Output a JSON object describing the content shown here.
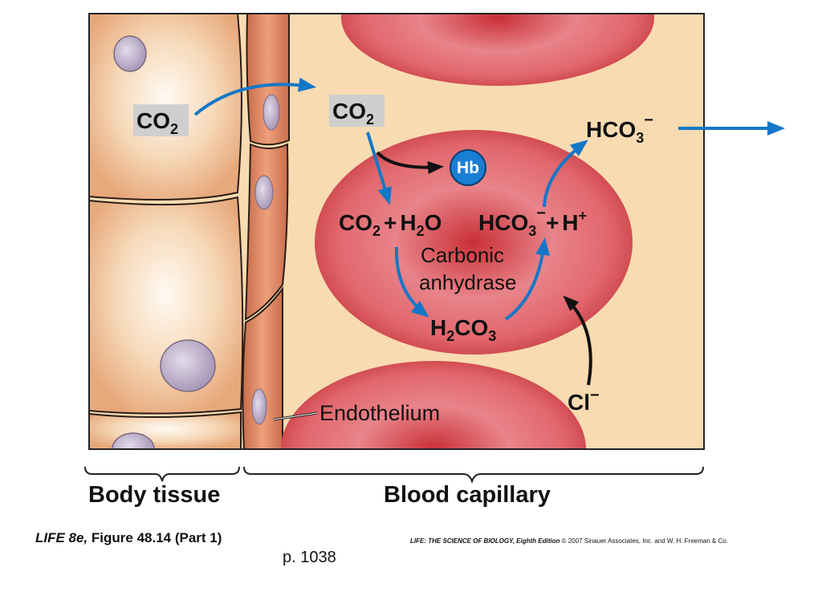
{
  "labels": {
    "co2_tissue": {
      "main": "CO",
      "sub": "2"
    },
    "co2_capillary": {
      "main": "CO",
      "sub": "2"
    },
    "hb": "Hb",
    "reaction_left": {
      "a": "CO",
      "a_sub": "2",
      "plus": "+",
      "b": "H",
      "b_sub": "2",
      "c": "O"
    },
    "reaction_right": {
      "a": "HCO",
      "a_sub": "3",
      "a_sup": "−",
      "plus": "+",
      "b": "H",
      "b_sup": "+"
    },
    "enzyme_line1": "Carbonic",
    "enzyme_line2": "anhydrase",
    "carbonic_acid": {
      "a": "H",
      "a_sub": "2",
      "b": "CO",
      "b_sub": "3"
    },
    "hco3_out": {
      "a": "HCO",
      "a_sub": "3",
      "a_sup": "−"
    },
    "chloride": {
      "a": "Cl",
      "a_sup": "−"
    },
    "endothelium": "Endothelium"
  },
  "regions": {
    "body_tissue": "Body tissue",
    "blood_capillary": "Blood capillary"
  },
  "citation": {
    "left_italic": "LIFE 8e,",
    "left_rest": " Figure 48.14 (Part 1)",
    "right_italic": "LIFE: THE SCIENCE OF BIOLOGY, Eighth Edition",
    "right_rest": " © 2007 Sinauer Associates, Inc. and W. H. Freeman & Co."
  },
  "page_number": "p. 1038",
  "colors": {
    "background": "#f8dbb1",
    "tissue_cell": "#f1c69c",
    "endothelial_cell": "#dd8d66",
    "red_blood_cell": "#d9474c",
    "nucleus": "#c4b6cf",
    "arrow_blue": "#1477c7",
    "arrow_black": "#111111",
    "hb_badge": "#1a7ed3",
    "label_box": "#cfcfcf"
  }
}
